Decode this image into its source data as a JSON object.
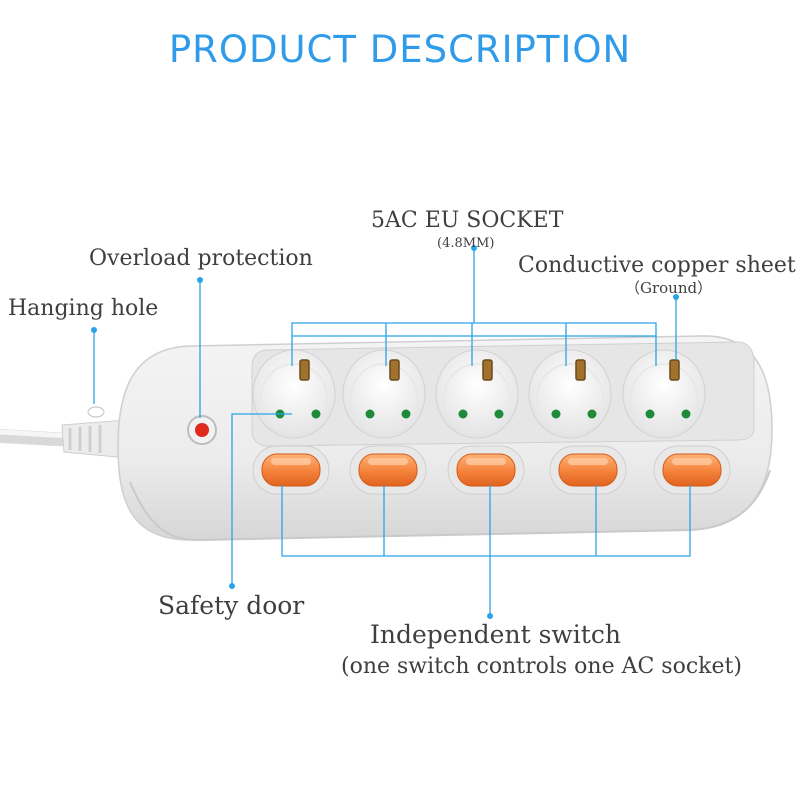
{
  "header": {
    "title": "PRODUCT   DESCRIPTION"
  },
  "labels": {
    "socket": "5AC EU SOCKET",
    "socket_size": "(4.8MM)",
    "overload": "Overload protection",
    "conductive": "Conductive copper sheet",
    "ground": "（Ground）",
    "hanging": "Hanging hole",
    "safety": "Safety door",
    "switch": "Independent switch",
    "switch_note": "(one switch controls one AC socket)"
  },
  "colors": {
    "title": "#2f9be9",
    "callout_line": "#2aa4e6",
    "switch_orange": "#f4813a",
    "indicator_red": "#e02a1c",
    "safety_door_green": "#1f8a3a"
  },
  "product": {
    "socket_count": 5,
    "switch_count": 5
  }
}
